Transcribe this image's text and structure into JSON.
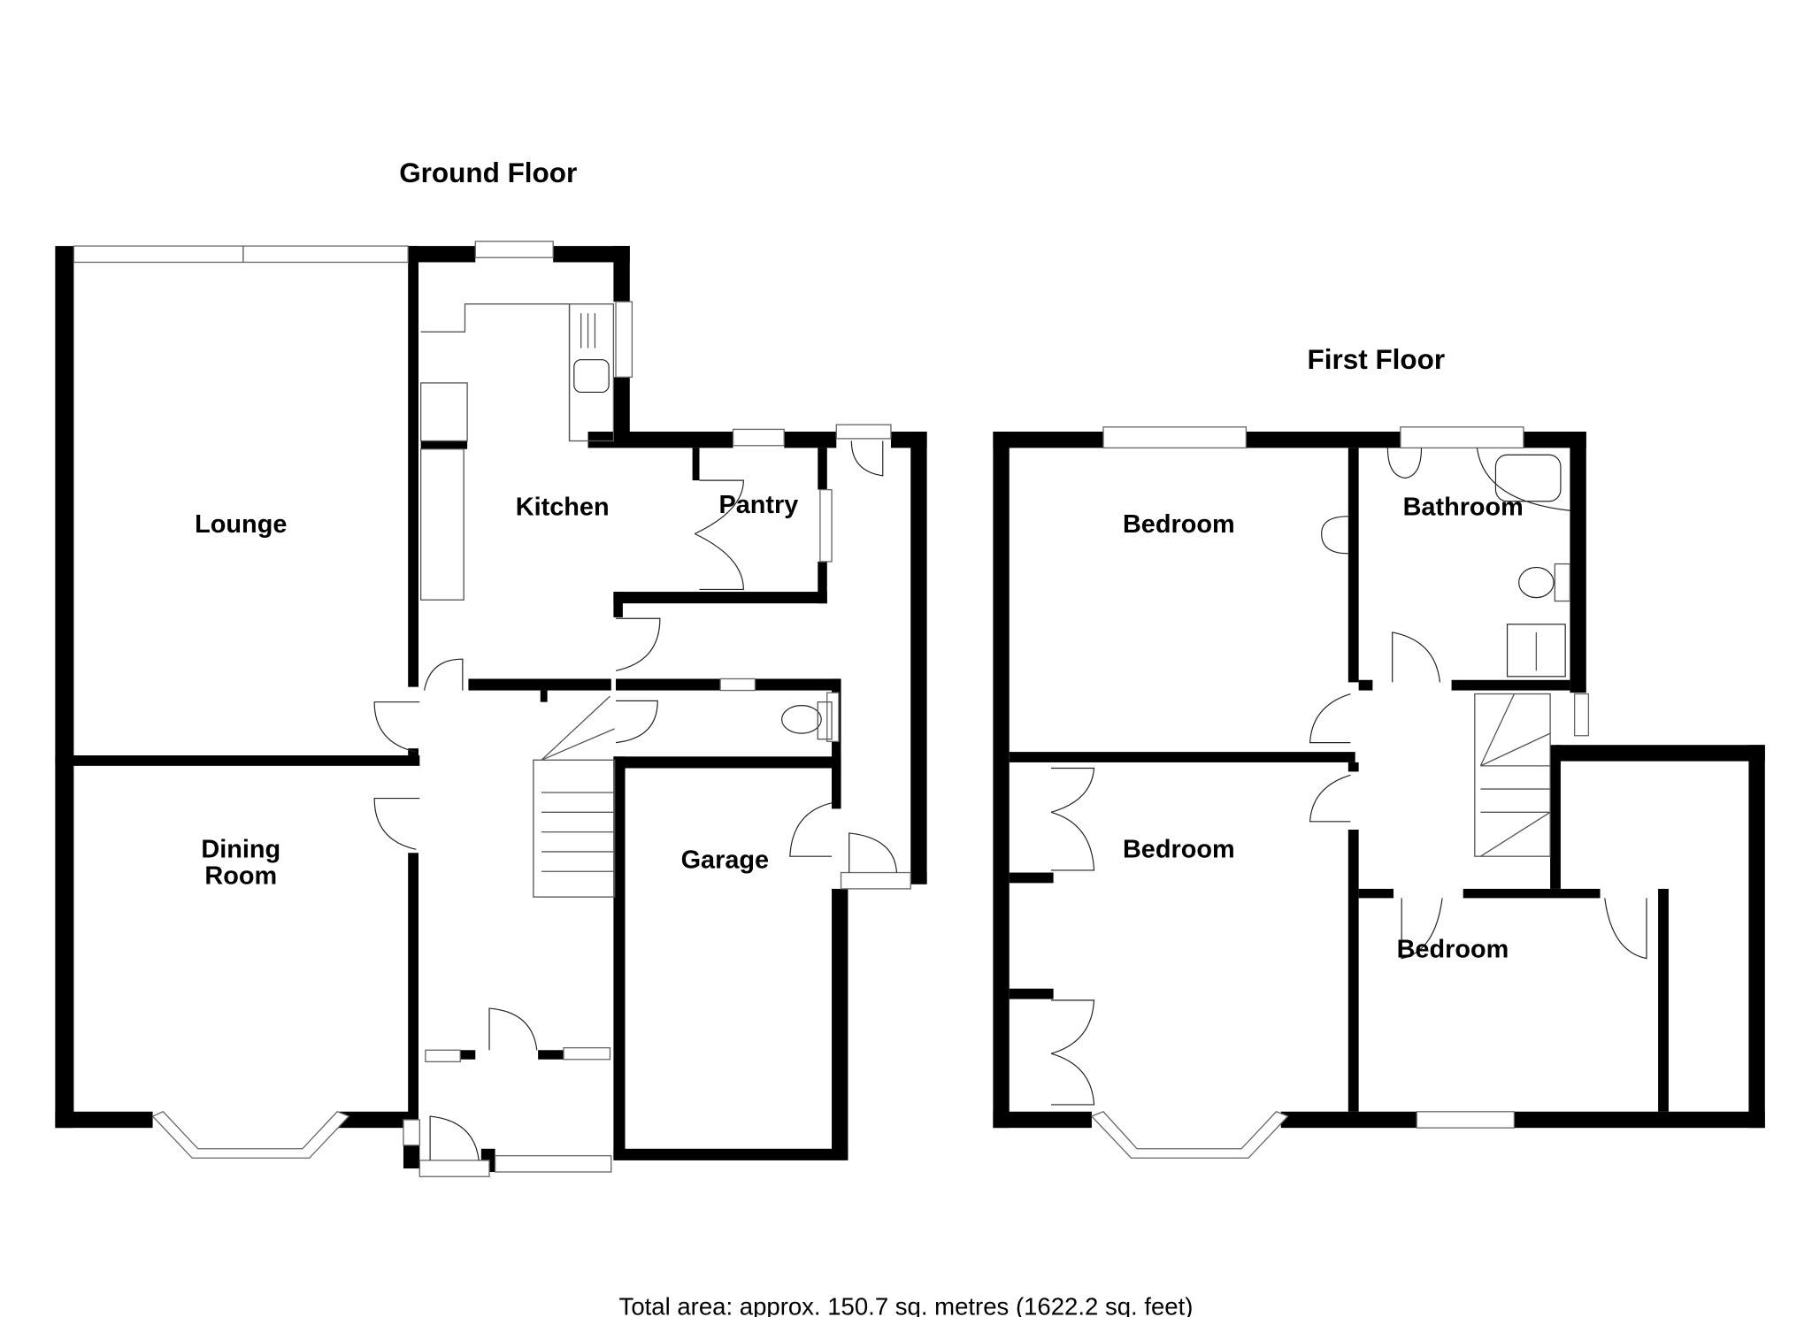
{
  "ground_floor": {
    "title": "Ground Floor",
    "rooms": {
      "lounge": "Lounge",
      "kitchen": "Kitchen",
      "pantry": "Pantry",
      "dining_line1": "Dining",
      "dining_line2": "Room",
      "garage": "Garage"
    }
  },
  "first_floor": {
    "title": "First Floor",
    "rooms": {
      "bedroom_1": "Bedroom",
      "bathroom": "Bathroom",
      "bedroom_2": "Bedroom",
      "bedroom_3": "Bedroom"
    }
  },
  "footer": {
    "total_area": "Total area: approx. 150.7 sq. metres (1622.2 sq. feet)"
  },
  "colors": {
    "wall": "#000000",
    "background": "#ffffff",
    "fixture_line": "#555555"
  }
}
